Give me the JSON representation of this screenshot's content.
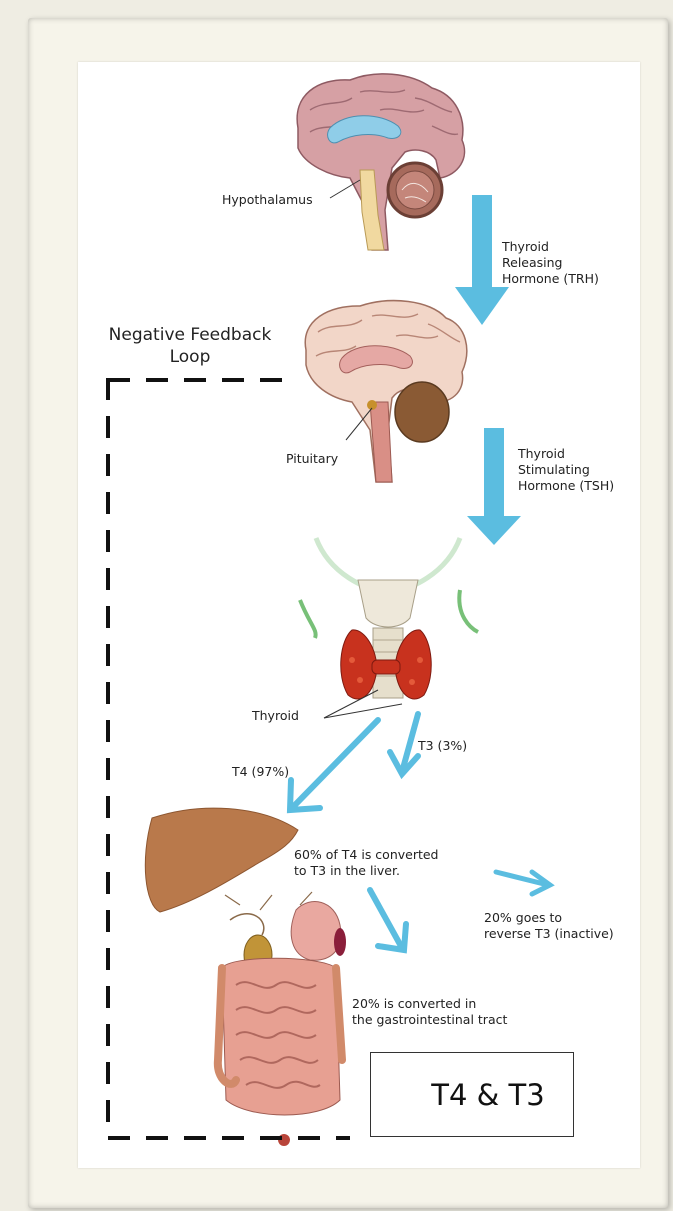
{
  "labels": {
    "hypothalamus": "Hypothalamus",
    "trh_line1": "Thyroid",
    "trh_line2": "Releasing",
    "trh_line3": "Hormone  (TRH)",
    "feedback_line1": "Negative Feedback",
    "feedback_line2": "Loop",
    "pituitary": "Pituitary",
    "tsh_line1": "Thyroid",
    "tsh_line2": "Stimulating",
    "tsh_line3": "Hormone (TSH)",
    "thyroid": "Thyroid",
    "t4": "T4 (97%)",
    "t3": "T3 (3%)",
    "liver_line1": "60% of T4 is converted",
    "liver_line2": "to T3 in the liver.",
    "reverse_line1": "20% goes to",
    "reverse_line2": "reverse T3 (inactive)",
    "gi_line1": "20% is converted in",
    "gi_line2": "the gastrointestinal tract",
    "result": "T4 & T3"
  },
  "colors": {
    "arrow": "#5bbde0",
    "feedback_line": "#111111",
    "liver": "#b9794b",
    "thyroid_gland": "#c8321e",
    "brain_pink": "#d9a6a6",
    "brain_ventricle": "#8fcde8"
  },
  "icons": {
    "result_arrow": "arrow-up-icon"
  }
}
